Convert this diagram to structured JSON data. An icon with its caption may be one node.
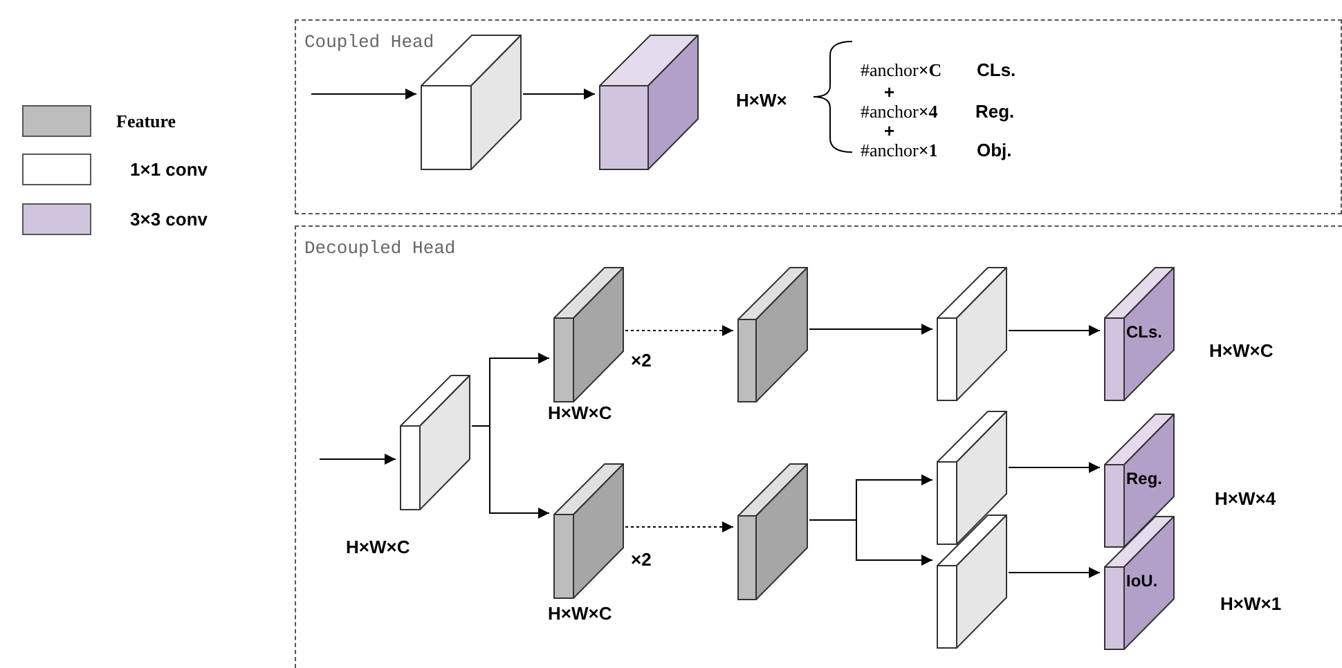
{
  "diagram": {
    "nodes": [
      {
        "text": [
          "Coupled Head"
        ]
      },
      {
        "text": [
          "Decoupled Head"
        ]
      },
      {
        "text": [],
        "shape": "box",
        "in": 0
      },
      {
        "text": [],
        "shape": "box",
        "in": 0
      },
      {
        "text": [],
        "shape": "box",
        "in": 1,
        "beside": [
          "H×W×C"
        ]
      },
      {
        "text": [],
        "shape": "box",
        "in": 1,
        "beside": [
          "×2",
          "H×W×C"
        ]
      },
      {
        "text": [],
        "shape": "box",
        "in": 1,
        "beside": [
          "×2",
          "H×W×C"
        ]
      },
      {
        "text": [],
        "shape": "box",
        "in": 1
      },
      {
        "text": [],
        "shape": "box",
        "in": 1
      },
      {
        "text": [],
        "shape": "box",
        "in": 1
      },
      {
        "text": [],
        "shape": "box",
        "in": 1
      },
      {
        "text": [],
        "shape": "box",
        "in": 1
      },
      {
        "text": [
          "CLs."
        ],
        "in": 1,
        "beside": [
          "H×W×C"
        ]
      },
      {
        "text": [
          "Reg."
        ],
        "in": 1,
        "beside": [
          "H×W×4"
        ]
      },
      {
        "text": [
          "IoU."
        ],
        "in": 1,
        "beside": [
          "H×W×1"
        ]
      }
    ],
    "edges": [
      {
        "from": null,
        "to": 2,
        "arrow": "to"
      },
      {
        "from": 2,
        "to": 3,
        "arrow": "to"
      },
      {
        "from": null,
        "to": 4,
        "arrow": "to"
      },
      {
        "from": 4,
        "to": 5,
        "arrow": "to"
      },
      {
        "from": 4,
        "to": 6,
        "arrow": "to"
      },
      {
        "from": 5,
        "to": 7,
        "arrow": "to",
        "style": "dashed"
      },
      {
        "from": 6,
        "to": 8,
        "arrow": "to",
        "style": "dashed"
      },
      {
        "from": 7,
        "to": 9,
        "arrow": "to"
      },
      {
        "from": 8,
        "to": 10,
        "arrow": "to"
      },
      {
        "from": 8,
        "to": 11,
        "arrow": "to"
      },
      {
        "from": 9,
        "to": 12,
        "arrow": "to"
      },
      {
        "from": 10,
        "to": 13,
        "arrow": "to"
      },
      {
        "from": 11,
        "to": 14,
        "arrow": "to"
      }
    ],
    "labels": [
      "H×W×",
      "#anchor**×C**",
      "CLs.",
      "+",
      "#anchor**×4**",
      "Reg.",
      "+",
      "#anchor**×1**",
      "Obj."
    ],
    "legend": [
      {
        "text": "Feature",
        "color": "#bdbdbd"
      },
      {
        "text": "1×1 conv",
        "color": "#ffffff"
      },
      {
        "text": "3×3 conv",
        "color": "#d1c4de"
      }
    ]
  }
}
